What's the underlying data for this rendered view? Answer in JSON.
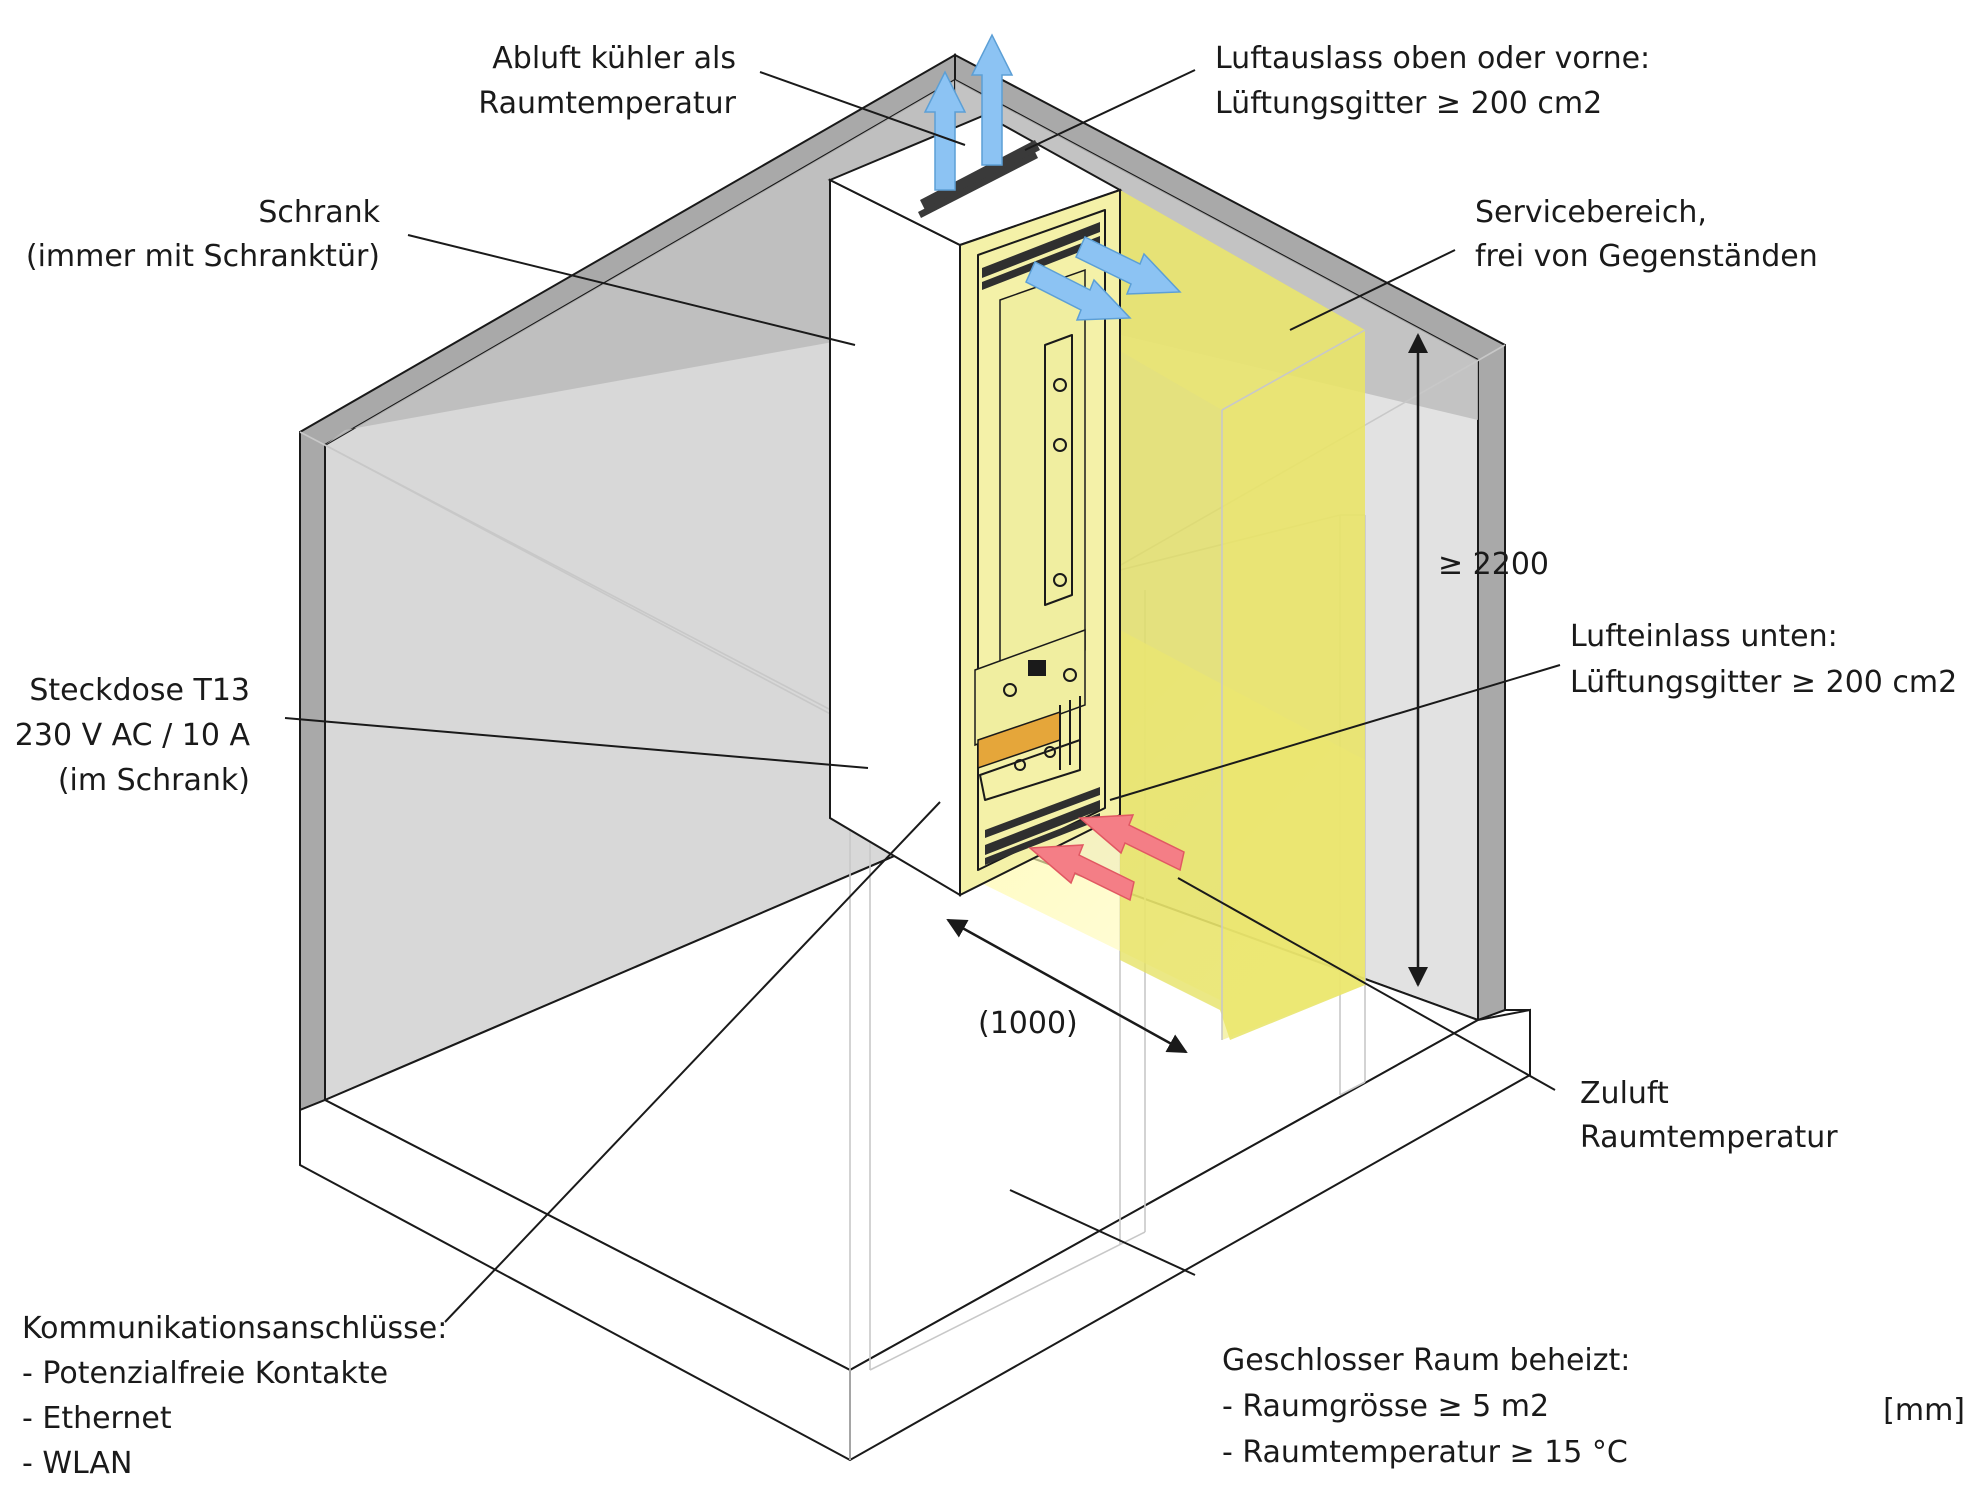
{
  "labels": {
    "abluft_1": "Abluft kühler als",
    "abluft_2": "Raumtemperatur",
    "luftauslass_1": "Luftauslass oben oder vorne:",
    "luftauslass_2": "Lüftungsgitter ≥ 200 cm2",
    "schrank_1": "Schrank",
    "schrank_2": "(immer mit Schranktür)",
    "service_1": "Servicebereich,",
    "service_2": "frei von Gegenständen",
    "hoehe": "≥ 2200",
    "steckdose_1": "Steckdose T13",
    "steckdose_2": "230 V AC / 10 A",
    "steckdose_3": "(im Schrank)",
    "lufteinlass_1": "Lufteinlass unten:",
    "lufteinlass_2": "Lüftungsgitter ≥ 200 cm2",
    "breite": "(1000)",
    "zuluft_1": "Zuluft",
    "zuluft_2": "Raumtemperatur",
    "komm_1": "Kommunikationsanschlüsse:",
    "komm_2": "- Potenzialfreie Kontakte",
    "komm_3": "- Ethernet",
    "komm_4": "- WLAN",
    "raum_1": "Geschlosser Raum beheizt:",
    "raum_2": "- Raumgrösse ≥ 5 m2",
    "raum_3": "- Raumtemperatur ≥ 15 °C",
    "einheit": "[mm]"
  },
  "colors": {
    "wall_dark": "#bdbdbd",
    "wall_light": "#dedede",
    "wall_edge": "#a6a6a6",
    "service_zone": "#e6e35a",
    "service_zone_light": "#fbf7a6",
    "airflow_exhaust": "#8cc3f3",
    "airflow_intake": "#f47e86",
    "device_panel": "#f2f0a8",
    "device_accent": "#e8a93c"
  },
  "icons": {
    "exhaust_arrows": "arrow-up-icon",
    "front_exhaust_arrows": "arrow-diagonal-icon",
    "intake_arrows": "arrow-diagonal-icon",
    "height_dimension": "double-arrow-vertical-icon",
    "depth_dimension": "double-arrow-diagonal-icon"
  }
}
